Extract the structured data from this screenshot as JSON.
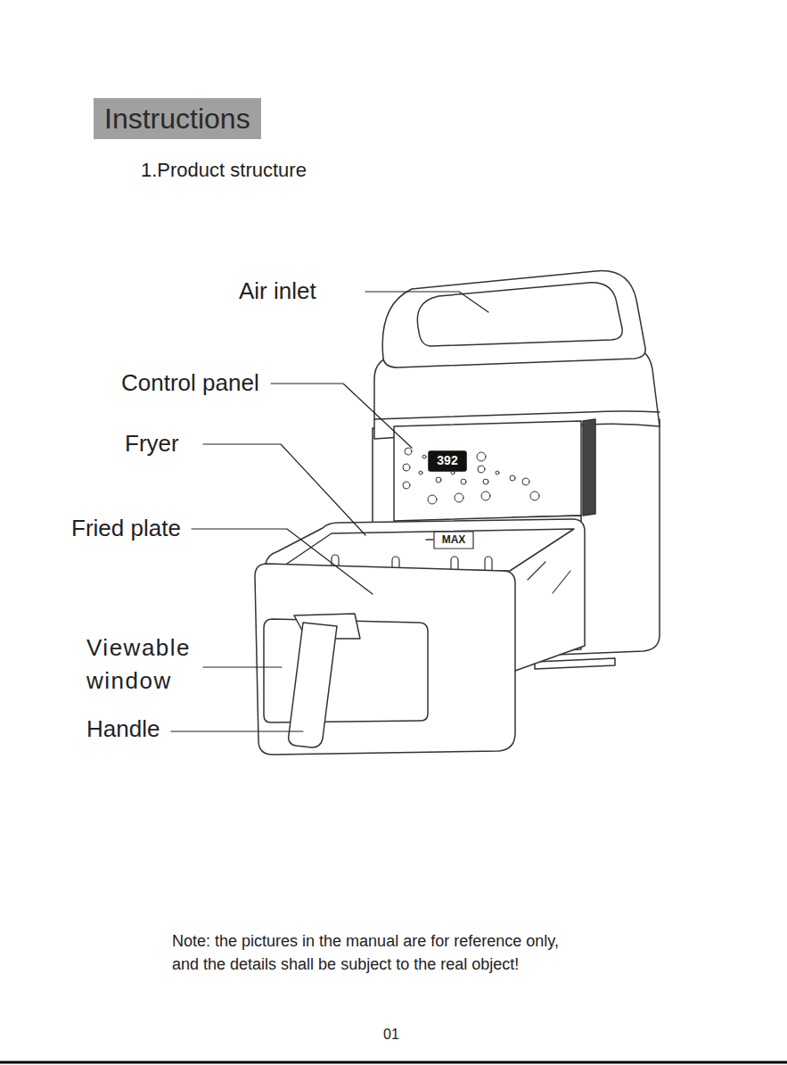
{
  "diagram": {
    "title": "Instructions",
    "labels": [
      "1.Product structure",
      "Air inlet",
      "Control panel",
      "Fryer",
      "Fried plate",
      "Viewable window",
      "Handle",
      "392",
      "MAX",
      "Note: the pictures in the manual are for reference only, and the details shall be subject to the real object!",
      "01"
    ]
  }
}
